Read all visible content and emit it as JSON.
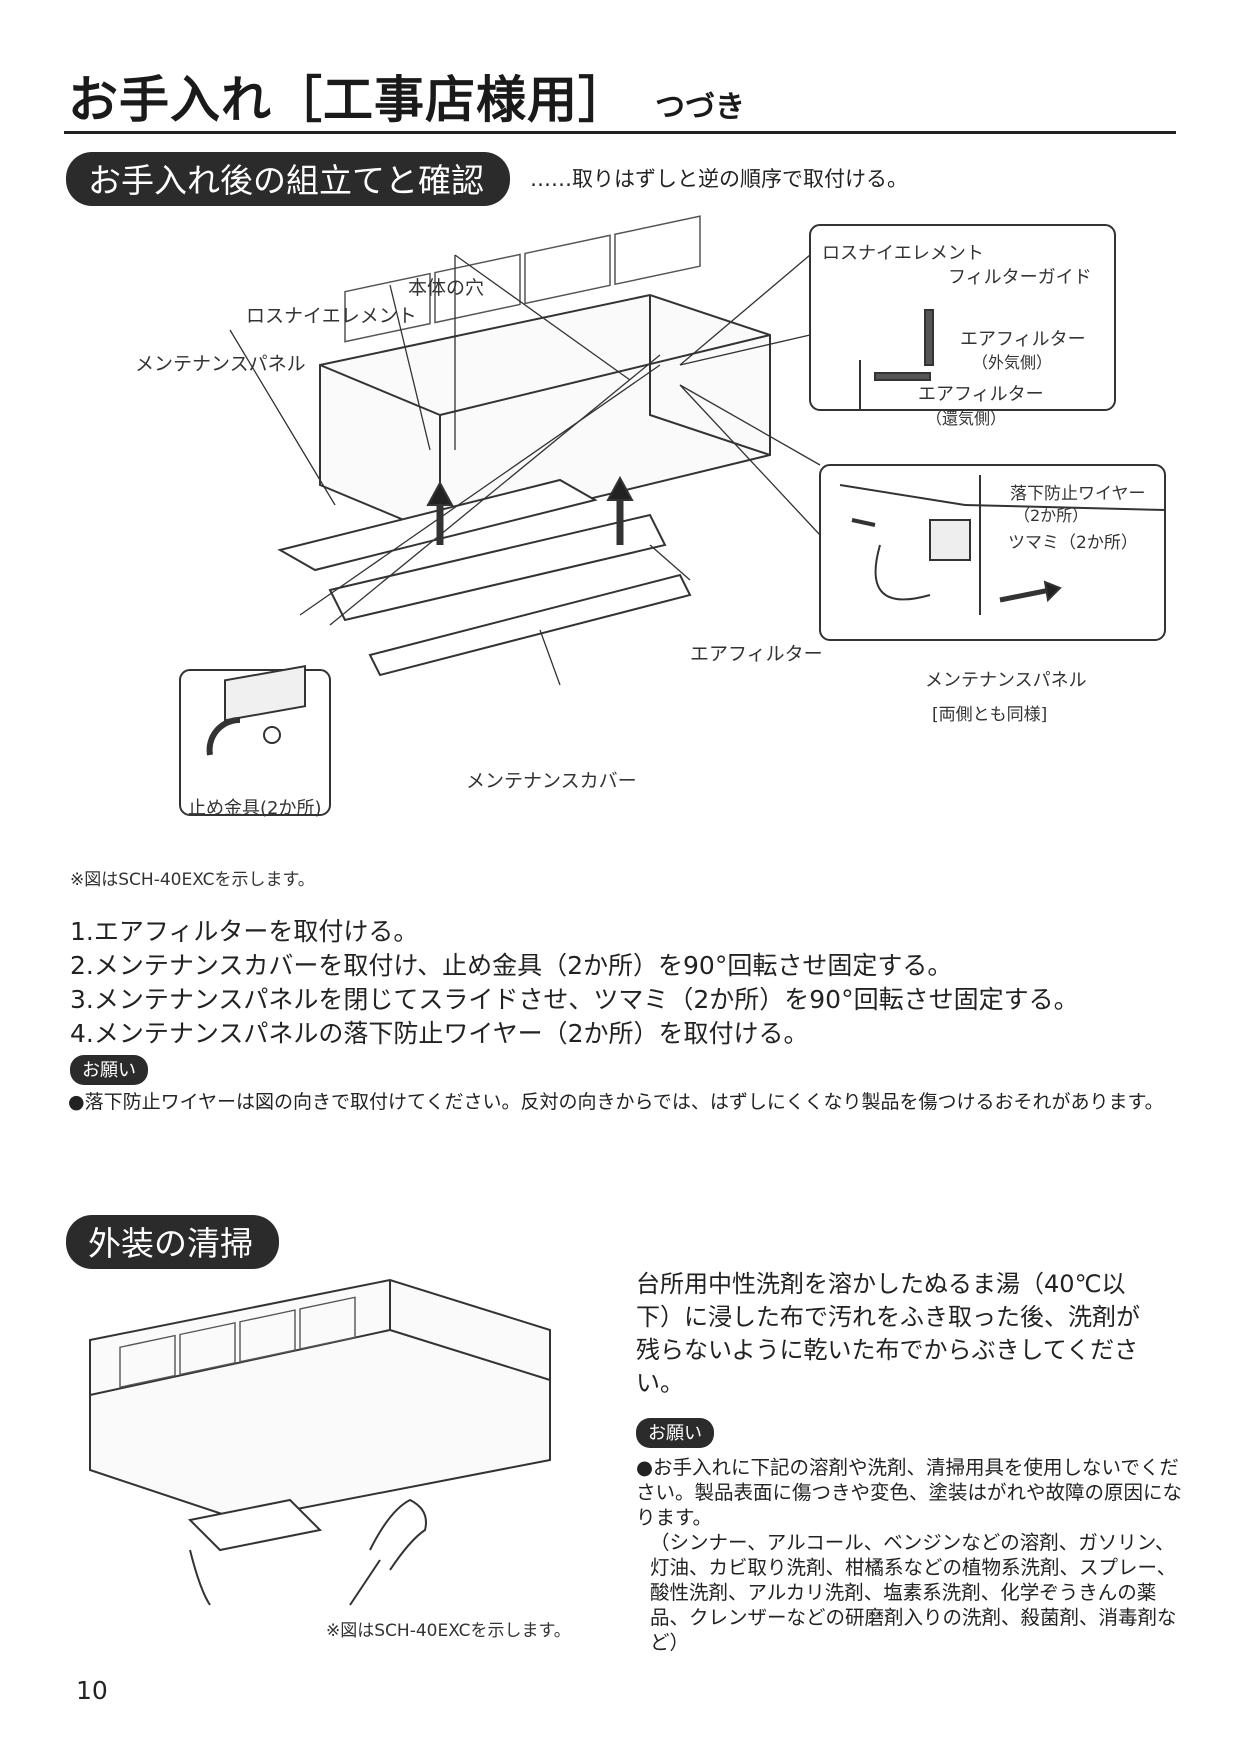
{
  "header": {
    "title": "お手入れ［工事店様用］",
    "subtitle": "つづき"
  },
  "section1": {
    "heading": "お手入れ後の組立てと確認",
    "intro": "……取りはずしと逆の順序で取付ける。",
    "diagram": {
      "label_hole": "本体の穴",
      "label_element": "ロスナイエレメント",
      "label_panel": "メンテナンスパネル",
      "label_filter": "エアフィルター",
      "label_cover": "メンテナンスカバー",
      "label_clamp": "止め金具(2か所)",
      "inset_top": {
        "element": "ロスナイエレメント",
        "guide": "フィルターガイド",
        "filter_out": "エアフィルター",
        "filter_out_note": "（外気側）",
        "filter_ret": "エアフィルター",
        "filter_ret_note": "（還気側）"
      },
      "inset_right": {
        "wire": "落下防止ワイヤー",
        "wire_note": "（2か所）",
        "knob": "ツマミ（2か所）",
        "panel": "メンテナンスパネル",
        "both_sides": "[両側とも同様]"
      }
    },
    "figure_note": "※図はSCH-40EXCを示します。",
    "steps": [
      "1.エアフィルターを取付ける。",
      "2.メンテナンスカバーを取付け、止め金具（2か所）を90°回転させ固定する。",
      "3.メンテナンスパネルを閉じてスライドさせ、ツマミ（2か所）を90°回転させ固定する。",
      "4.メンテナンスパネルの落下防止ワイヤー（2か所）を取付ける。"
    ],
    "request_badge": "お願い",
    "request_text": "●落下防止ワイヤーは図の向きで取付けてください。反対の向きからでは、はずしにくくなり製品を傷つけるおそれがあります。"
  },
  "section2": {
    "heading": "外装の清掃",
    "figure_note": "※図はSCH-40EXCを示します。",
    "instructions": "台所用中性洗剤を溶かしたぬるま湯（40℃以下）に浸した布で汚れをふき取った後、洗剤が残らないように乾いた布でからぶきしてください。",
    "request_badge": "お願い",
    "request_text": "●お手入れに下記の溶剤や洗剤、清掃用具を使用しないでください。製品表面に傷つきや変色、塗装はがれや故障の原因になります。",
    "request_list": "（シンナー、アルコール、ベンジンなどの溶剤、ガソリン、灯油、カビ取り洗剤、柑橘系などの植物系洗剤、スプレー、酸性洗剤、アルカリ洗剤、塩素系洗剤、化学ぞうきんの薬品、クレンザーなどの研磨剤入りの洗剤、殺菌剤、消毒剤など）"
  },
  "page_number": "10"
}
